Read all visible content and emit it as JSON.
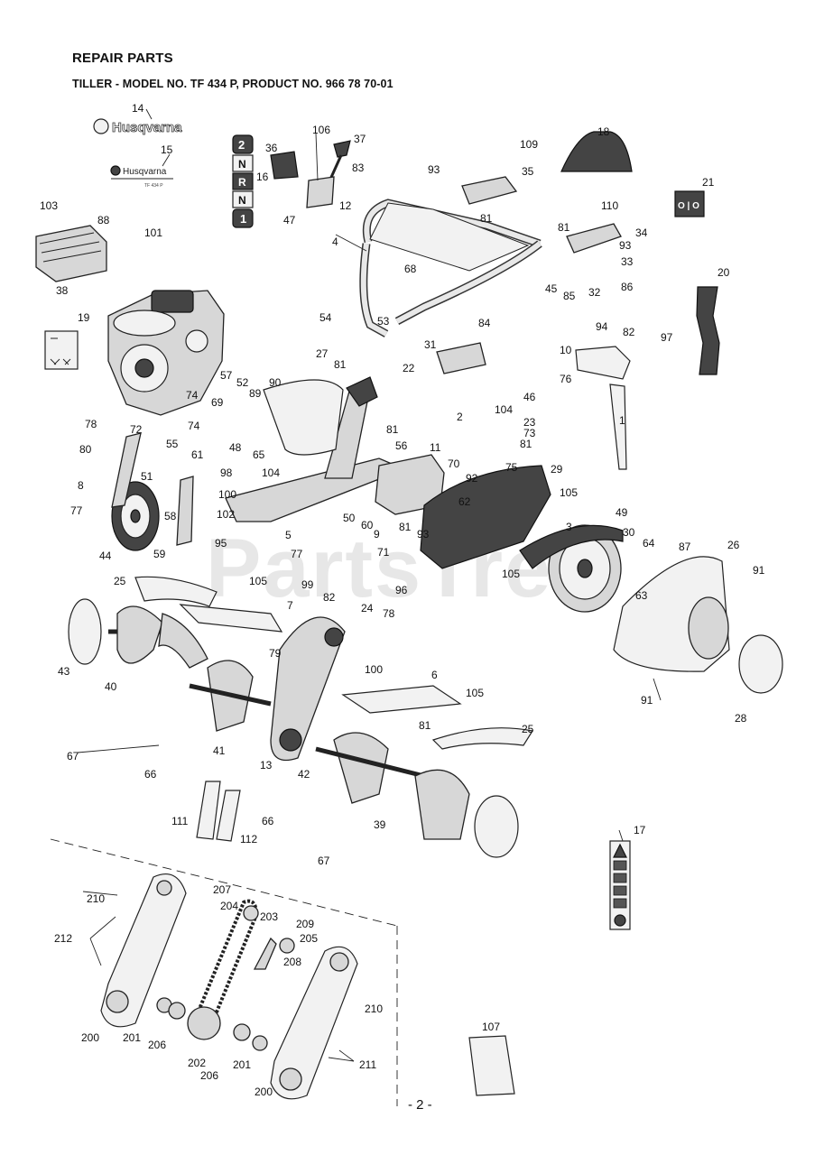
{
  "header": {
    "title": "REPAIR PARTS",
    "subtitle": "TILLER - MODEL NO. TF 434 P, PRODUCT NO. 966 78 70-01"
  },
  "watermark": "PartsTree",
  "page_number": "- 2 -",
  "decals": {
    "brand_logo": "Husqvarna",
    "brand_small": "Husqvarna",
    "brand_model": "TF 434 P",
    "gear_labels": [
      "2",
      "N",
      "R",
      "N",
      "1"
    ],
    "switch_label": "O | O"
  },
  "callouts": [
    "1",
    "2",
    "3",
    "4",
    "5",
    "6",
    "7",
    "8",
    "9",
    "10",
    "11",
    "12",
    "13",
    "14",
    "15",
    "16",
    "17",
    "18",
    "19",
    "20",
    "21",
    "22",
    "23",
    "24",
    "25",
    "25",
    "26",
    "27",
    "28",
    "29",
    "30",
    "31",
    "32",
    "33",
    "34",
    "35",
    "36",
    "37",
    "38",
    "39",
    "40",
    "41",
    "42",
    "43",
    "44",
    "45",
    "46",
    "47",
    "48",
    "49",
    "50",
    "51",
    "52",
    "53",
    "54",
    "55",
    "56",
    "57",
    "58",
    "59",
    "60",
    "61",
    "62",
    "63",
    "64",
    "65",
    "66",
    "66",
    "67",
    "67",
    "68",
    "69",
    "70",
    "71",
    "72",
    "73",
    "74",
    "74",
    "75",
    "76",
    "77",
    "77",
    "78",
    "78",
    "79",
    "80",
    "81",
    "81",
    "81",
    "81",
    "81",
    "81",
    "81",
    "82",
    "82",
    "83",
    "84",
    "85",
    "86",
    "87",
    "88",
    "89",
    "90",
    "91",
    "91",
    "92",
    "93",
    "93",
    "93",
    "94",
    "95",
    "96",
    "97",
    "98",
    "99",
    "100",
    "100",
    "101",
    "102",
    "103",
    "104",
    "104",
    "105",
    "105",
    "105",
    "105",
    "106",
    "107",
    "109",
    "110",
    "111",
    "112",
    "200",
    "200",
    "201",
    "201",
    "202",
    "203",
    "204",
    "205",
    "206",
    "206",
    "207",
    "208",
    "209",
    "210",
    "210",
    "211",
    "212"
  ]
}
